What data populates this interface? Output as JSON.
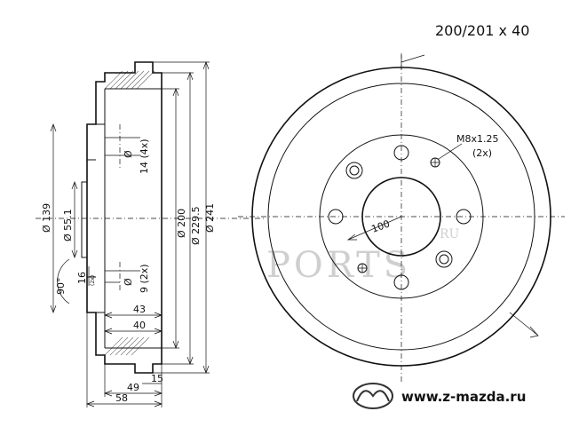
{
  "header": {
    "spec": "200/201 x 40"
  },
  "footer": {
    "website": "www.z-mazda.ru"
  },
  "watermark": {
    "main": "PORTS",
    "small": "RU"
  },
  "side_view": {
    "dims": {
      "d139": "Ø 139",
      "d551": "Ø 55.1",
      "a90": "90°",
      "h16": "16",
      "h16sub": "(2x)",
      "hole14": "14 (4x)",
      "holeD14": "Ø",
      "hole9": "9 (2x)",
      "holeD9": "Ø",
      "d200": "Ø 200",
      "d2295": "Ø 229.5",
      "d241": "Ø 241",
      "w43": "43",
      "w40": "40",
      "w15": "15",
      "w49": "49",
      "w58": "58"
    }
  },
  "front_view": {
    "bolt": "M8x1.25",
    "bolt_count": "(2x)",
    "pcd": "100"
  }
}
